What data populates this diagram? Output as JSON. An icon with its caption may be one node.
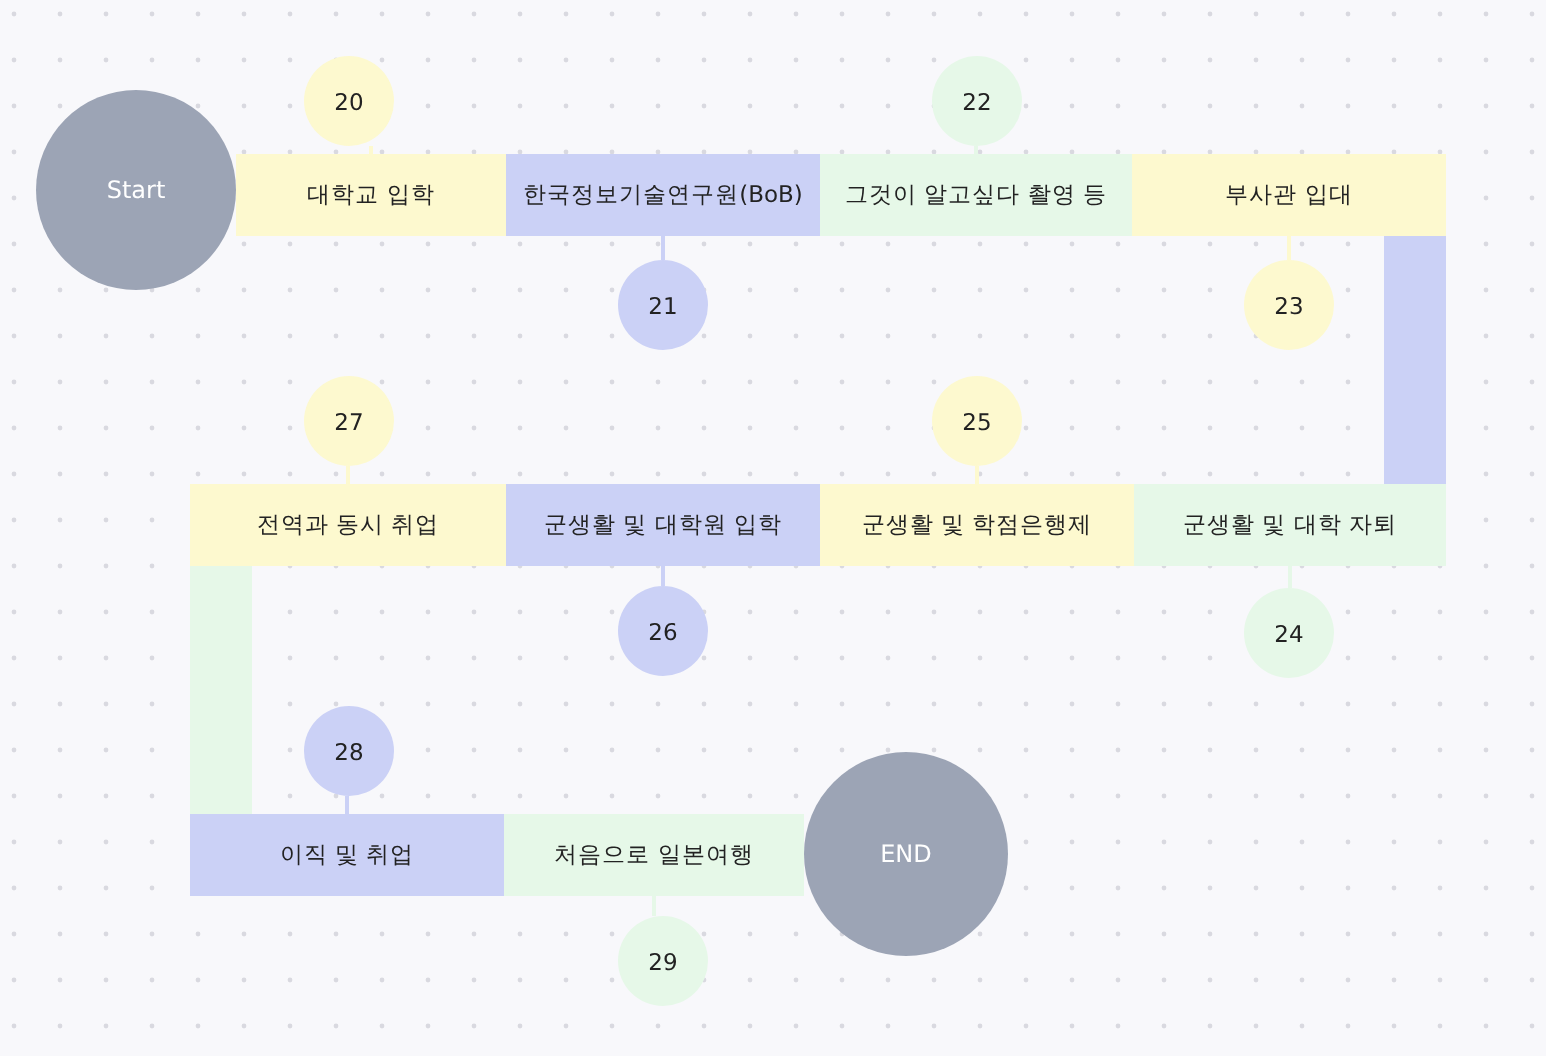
{
  "diagram": {
    "nodes": [
      {
        "text": [
          "Start"
        ]
      },
      {
        "text": [
          "대학교 입학"
        ]
      },
      {
        "text": [
          "한국정보기술연구원(BoB)"
        ]
      },
      {
        "text": [
          "그것이 알고싶다 촬영 등"
        ]
      },
      {
        "text": [
          "부사관 입대"
        ]
      },
      {
        "text": [
          "군생활 및 대학 자퇴"
        ]
      },
      {
        "text": [
          "군생활 및 학점은행제"
        ]
      },
      {
        "text": [
          "군생활 및 대학원 입학"
        ]
      },
      {
        "text": [
          "전역과 동시 취업"
        ]
      },
      {
        "text": [
          "이직 및 취업"
        ]
      },
      {
        "text": [
          "처음으로 일본여행"
        ]
      },
      {
        "text": [
          "END"
        ]
      },
      {
        "text": [
          "20"
        ]
      },
      {
        "text": [
          "21"
        ]
      },
      {
        "text": [
          "22"
        ]
      },
      {
        "text": [
          "23"
        ]
      },
      {
        "text": [
          "24"
        ]
      },
      {
        "text": [
          "25"
        ]
      },
      {
        "text": [
          "26"
        ]
      },
      {
        "text": [
          "27"
        ]
      },
      {
        "text": [
          "28"
        ]
      },
      {
        "text": [
          "29"
        ]
      }
    ],
    "edges": [
      {
        "from": 12,
        "to": 1,
        "arrow": "none",
        "color": "#fdf9cf"
      },
      {
        "from": 13,
        "to": 2,
        "arrow": "none",
        "color": "#cbd1f6"
      },
      {
        "from": 14,
        "to": 3,
        "arrow": "none",
        "color": "#e6f8e8"
      },
      {
        "from": 15,
        "to": 4,
        "arrow": "none",
        "color": "#fdf9cf"
      },
      {
        "from": 16,
        "to": 5,
        "arrow": "none",
        "color": "#e6f8e8"
      },
      {
        "from": 17,
        "to": 6,
        "arrow": "none",
        "color": "#fdf9cf"
      },
      {
        "from": 18,
        "to": 7,
        "arrow": "none",
        "color": "#cbd1f6"
      },
      {
        "from": 19,
        "to": 8,
        "arrow": "none",
        "color": "#fdf9cf"
      },
      {
        "from": 20,
        "to": 9,
        "arrow": "none",
        "color": "#cbd1f6"
      },
      {
        "from": 21,
        "to": 10,
        "arrow": "none",
        "color": "#e6f8e8"
      },
      {
        "from": 4,
        "to": 5,
        "arrow": "none",
        "style": "thick",
        "color": "#cbd1f6"
      },
      {
        "from": 8,
        "to": 9,
        "arrow": "none",
        "style": "thick",
        "color": "#e6f8e8"
      }
    ]
  }
}
